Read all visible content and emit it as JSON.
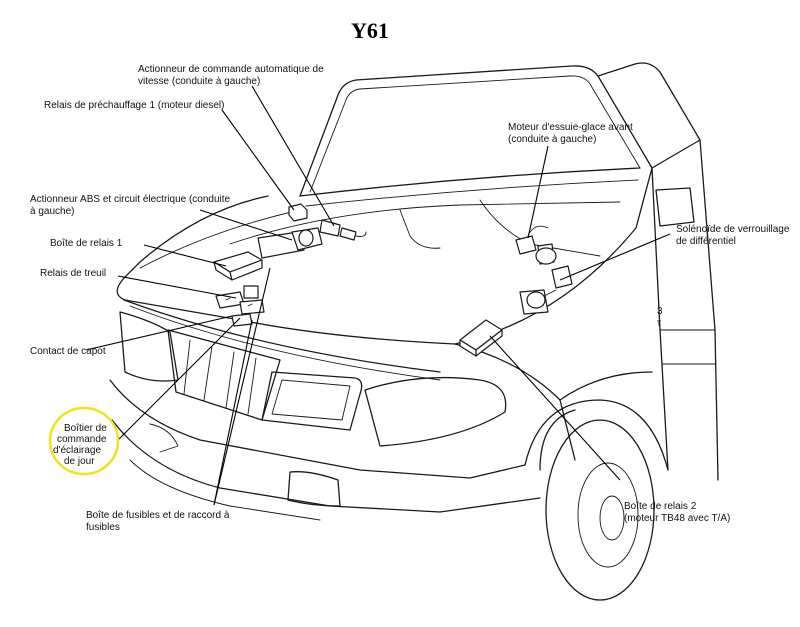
{
  "title": "Y61",
  "highlight_color": "#f2e21a",
  "labels": {
    "actionneur_vitesse": [
      "Actionneur de commande automatique de",
      "vitesse (conduite à gauche)"
    ],
    "relais_prechauffage": [
      "Relais de préchauffage 1 (moteur diesel)"
    ],
    "actionneur_abs": [
      "Actionneur ABS et circuit électrique (conduite",
      "à gauche)"
    ],
    "boite_relais_1": [
      "Boîte de relais 1"
    ],
    "relais_treuil": [
      "Relais de treuil"
    ],
    "contact_capot": [
      "Contact de capot"
    ],
    "boitier_eclairage": [
      "Boîtier de",
      "commande",
      "d'éclairage",
      "de jour"
    ],
    "boite_fusibles": [
      "Boîte de fusibles et de raccord à",
      "fusibles"
    ],
    "moteur_essuie_glace": [
      "Moteur d'essuie-glace avant",
      "(conduite à gauche)"
    ],
    "solenoide": [
      "Solénoïde de verrouillage",
      "de différentiel"
    ],
    "boite_relais_2": [
      "Boîte de relais 2",
      "(moteur TB48 avec T/A)"
    ]
  }
}
